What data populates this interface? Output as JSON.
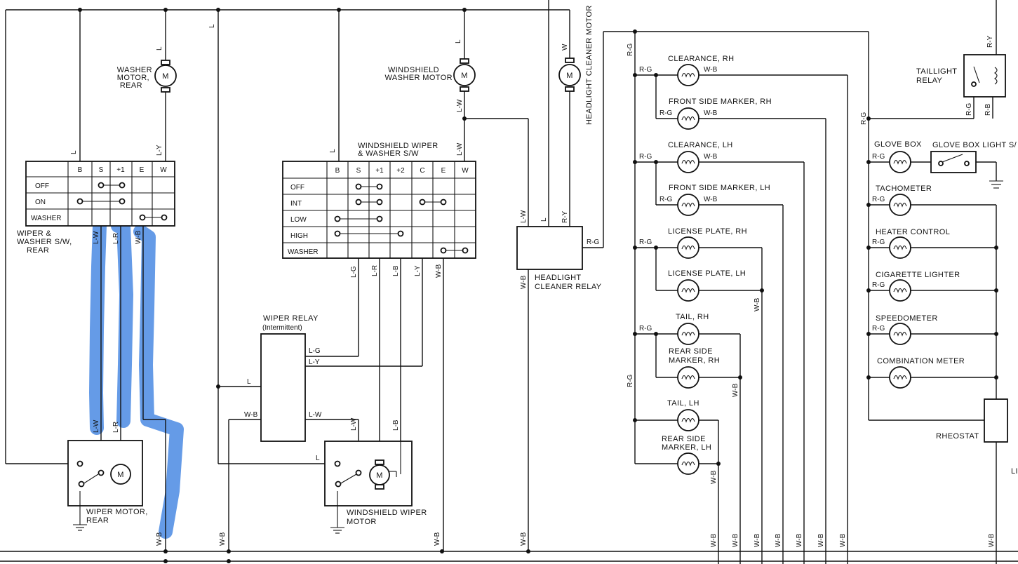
{
  "colors": {
    "ink": "#111111",
    "highlight": "#3a7fe0",
    "paper": "#ffffff"
  },
  "wires": {
    "L": "L",
    "W": "W",
    "LY": "L-Y",
    "LW": "L-W",
    "LR": "L-R",
    "WB": "W-B",
    "LG": "L-G",
    "LB": "L-B",
    "RG": "R-G",
    "RY": "R-Y",
    "RB": "R-B"
  },
  "rear_washer_motor": {
    "label1": "WASHER",
    "label2": "MOTOR,",
    "label3": "REAR",
    "symbol": "M"
  },
  "rear_switch": {
    "caption1": "WIPER &",
    "caption2": "WASHER S/W,",
    "caption3": "REAR",
    "columns": [
      "B",
      "S",
      "+1",
      "E",
      "W"
    ],
    "rows": [
      "OFF",
      "ON",
      "WASHER"
    ]
  },
  "rear_wiper_motor": {
    "label1": "WIPER MOTOR,",
    "label2": "REAR",
    "symbol": "M"
  },
  "windshield_washer_motor": {
    "label1": "WINDSHIELD",
    "label2": "WASHER MOTOR",
    "symbol": "M"
  },
  "front_switch": {
    "caption1": "WINDSHIELD WIPER",
    "caption2": "& WASHER S/W",
    "columns": [
      "B",
      "S",
      "+1",
      "+2",
      "C",
      "E",
      "W"
    ],
    "rows": [
      "OFF",
      "INT",
      "LOW",
      "HIGH",
      "WASHER"
    ]
  },
  "wiper_relay": {
    "label1": "WIPER RELAY",
    "label2": "(Intermittent)"
  },
  "windshield_wiper_motor": {
    "label1": "WINDSHIELD WIPER",
    "label2": "MOTOR",
    "symbol": "M"
  },
  "headlight_cleaner_motor": {
    "label": "HEADLIGHT CLEANER MOTOR",
    "symbol": "M"
  },
  "headlight_cleaner_relay": {
    "label1": "HEADLIGHT",
    "label2": "CLEANER RELAY"
  },
  "lamps_left": {
    "clearance_rh": "CLEARANCE, RH",
    "front_side_marker_rh": "FRONT SIDE MARKER, RH",
    "clearance_lh": "CLEARANCE, LH",
    "front_side_marker_lh": "FRONT SIDE MARKER, LH",
    "license_plate_rh": "LICENSE PLATE, RH",
    "license_plate_lh": "LICENSE PLATE, LH",
    "tail_rh": "TAIL, RH",
    "rear_side_marker_rh_1": "REAR SIDE",
    "rear_side_marker_rh_2": "MARKER, RH",
    "tail_lh": "TAIL, LH",
    "rear_side_marker_lh_1": "REAR SIDE",
    "rear_side_marker_lh_2": "MARKER, LH"
  },
  "taillight_relay": {
    "label1": "TAILLIGHT",
    "label2": "RELAY"
  },
  "lamps_right": {
    "glove_box": "GLOVE BOX",
    "glove_box_light_sw": "GLOVE BOX LIGHT S/",
    "tachometer": "TACHOMETER",
    "heater_control": "HEATER CONTROL",
    "cigarette_lighter": "CIGARETTE LIGHTER",
    "speedometer": "SPEEDOMETER",
    "combination_meter": "COMBINATION METER",
    "rheostat": "RHEOSTAT",
    "edge_mark": "LI"
  }
}
